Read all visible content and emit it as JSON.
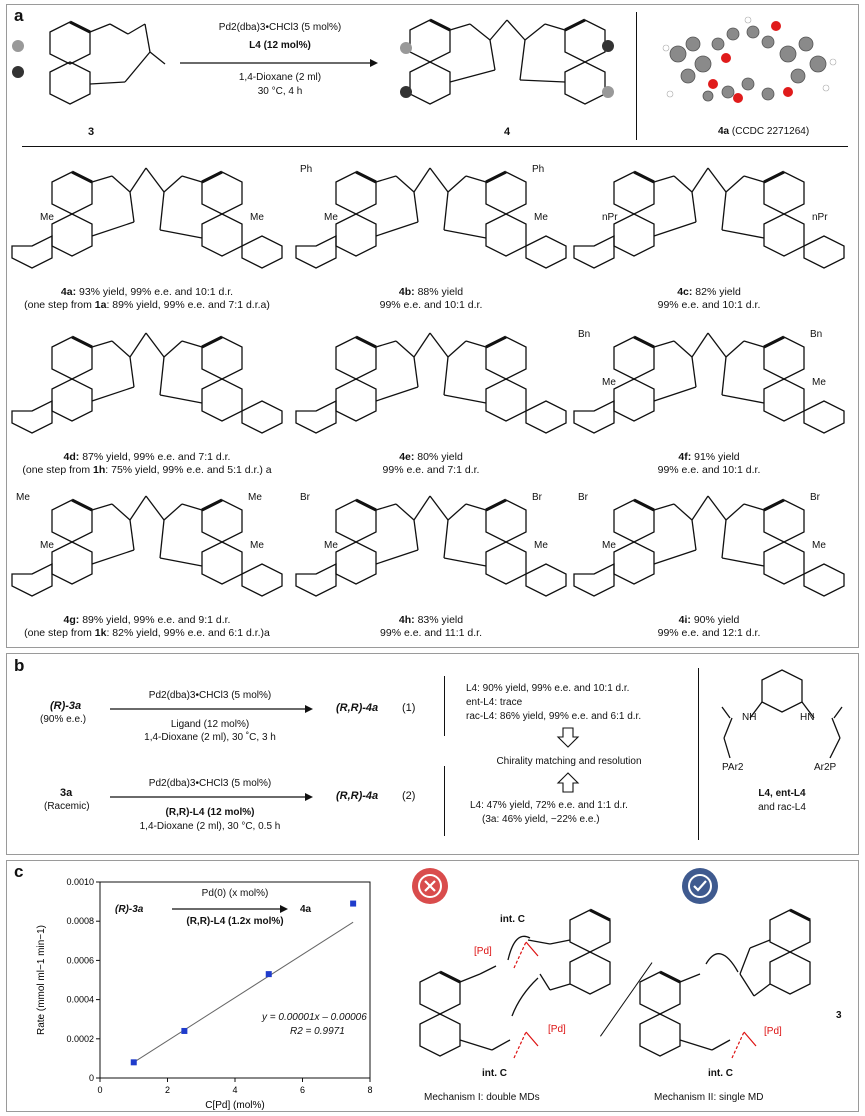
{
  "panel_a": {
    "label": "a",
    "reagent_top": "Pd2(dba)3•CHCl3 (5 mol%)",
    "reagent_l4": "L4 (12 mol%)",
    "solvent": "1,4-Dioxane (2 ml)",
    "conditions": "30 °C, 4 h",
    "start_label": "3",
    "product_label": "4",
    "crystal_label": "4a",
    "crystal_ccdc": "(CCDC 2271264)",
    "substrates": [
      {
        "id": "4a",
        "line1": "93% yield, 99% e.e. and 10:1 d.r.",
        "line2_pre": "(one step from ",
        "line2_bold": "1a",
        "line2_post": ": 89% yield, 99% e.e. and 7:1 d.r.a)",
        "subst": "Me"
      },
      {
        "id": "4b",
        "line1": "88% yield",
        "line2": "99% e.e. and 10:1 d.r.",
        "subst": "Me",
        "extra": "Ph"
      },
      {
        "id": "4c",
        "line1": "82% yield",
        "line2": "99% e.e. and 10:1 d.r.",
        "subst": "nPr"
      },
      {
        "id": "4d",
        "line1": "87% yield, 99% e.e. and 7:1 d.r.",
        "line2_pre": "(one step from ",
        "line2_bold": "1h",
        "line2_post": ": 75% yield, 99% e.e. and 5:1 d.r.) a"
      },
      {
        "id": "4e",
        "line1": "80% yield",
        "line2": "99% e.e. and 7:1 d.r."
      },
      {
        "id": "4f",
        "line1": "91% yield",
        "line2": "99% e.e. and 10:1 d.r.",
        "subst": "Me",
        "extra": "Bn"
      },
      {
        "id": "4g",
        "line1": "89% yield, 99% e.e. and 9:1 d.r.",
        "line2_pre": "(one step from ",
        "line2_bold": "1k",
        "line2_post": ": 82% yield, 99% e.e. and 6:1 d.r.)a",
        "subst": "Me",
        "extra": "Me"
      },
      {
        "id": "4h",
        "line1": "83% yield",
        "line2": "99% e.e. and 11:1 d.r.",
        "subst": "Me",
        "extra": "Br"
      },
      {
        "id": "4i",
        "line1": "90% yield",
        "line2": "99% e.e. and 12:1 d.r.",
        "subst": "Me",
        "extra": "Br"
      }
    ]
  },
  "panel_b": {
    "label": "b",
    "r1_sub": "(R)-3a",
    "r1_ee": "(90% e.e.)",
    "r1_cat": "Pd2(dba)3•CHCl3 (5 mol%)",
    "r1_lig": "Ligand (12 mol%)",
    "r1_cond": "1,4-Dioxane (2 ml), 30 ˚C, 3 h",
    "r1_prod": "(R,R)-4a",
    "r1_num": "(1)",
    "r2_sub": "3a",
    "r2_rac": "(Racemic)",
    "r2_cat": "Pd2(dba)3•CHCl3 (5 mol%)",
    "r2_lig": "(R,R)-L4 (12 mol%)",
    "r2_cond": "1,4-Dioxane (2 ml), 30 °C, 0.5 h",
    "r2_prod": "(R,R)-4a",
    "r2_num": "(2)",
    "res1": "L4: 90% yield, 99% e.e. and 10:1 d.r.",
    "res2": "ent-L4: trace",
    "res3": "rac-L4: 86% yield, 99% e.e. and 6:1 d.r.",
    "mid": "Chirality matching and resolution",
    "res4": "L4: 47% yield, 72% e.e. and 1:1 d.r.",
    "res5": "(3a: 46% yield, −22% e.e.)",
    "lig_name": "L4, ent-L4",
    "lig_name2": "and rac-L4",
    "lig_nh": "NH",
    "lig_hn": "HN",
    "lig_par": "PAr2",
    "lig_ar2p": "Ar2P"
  },
  "panel_c": {
    "label": "c",
    "eq_sub": "(R)-3a",
    "eq_cat": "Pd(0) (x mol%)",
    "eq_lig": "(R,R)-L4 (1.2x mol%)",
    "eq_prod": "4a",
    "fit_eq": "y = 0.00001x – 0.00006",
    "fit_r2": "R2 = 0.9971",
    "mech1": "Mechanism I: double MDs",
    "mech2": "Mechanism II: single MD",
    "intc": "int. C",
    "three": "3",
    "pd": "[Pd]"
  },
  "chart_data": {
    "type": "scatter",
    "xlabel": "C[Pd] (mol%)",
    "ylabel": "Rate (mmol ml−1 min−1)",
    "xlim": [
      0,
      8
    ],
    "ylim": [
      0,
      0.001
    ],
    "xticks": [
      0,
      2,
      4,
      6,
      8
    ],
    "yticks": [
      "0",
      "0.0002",
      "0.0004",
      "0.0006",
      "0.0008",
      "0.0010"
    ],
    "x": [
      1.0,
      2.5,
      5.0,
      7.5
    ],
    "y": [
      8e-05,
      0.00024,
      0.00053,
      0.00089
    ],
    "fit": {
      "slope": 0.00011,
      "intercept": -3e-05
    },
    "marker_color": "#1f3ccc"
  }
}
